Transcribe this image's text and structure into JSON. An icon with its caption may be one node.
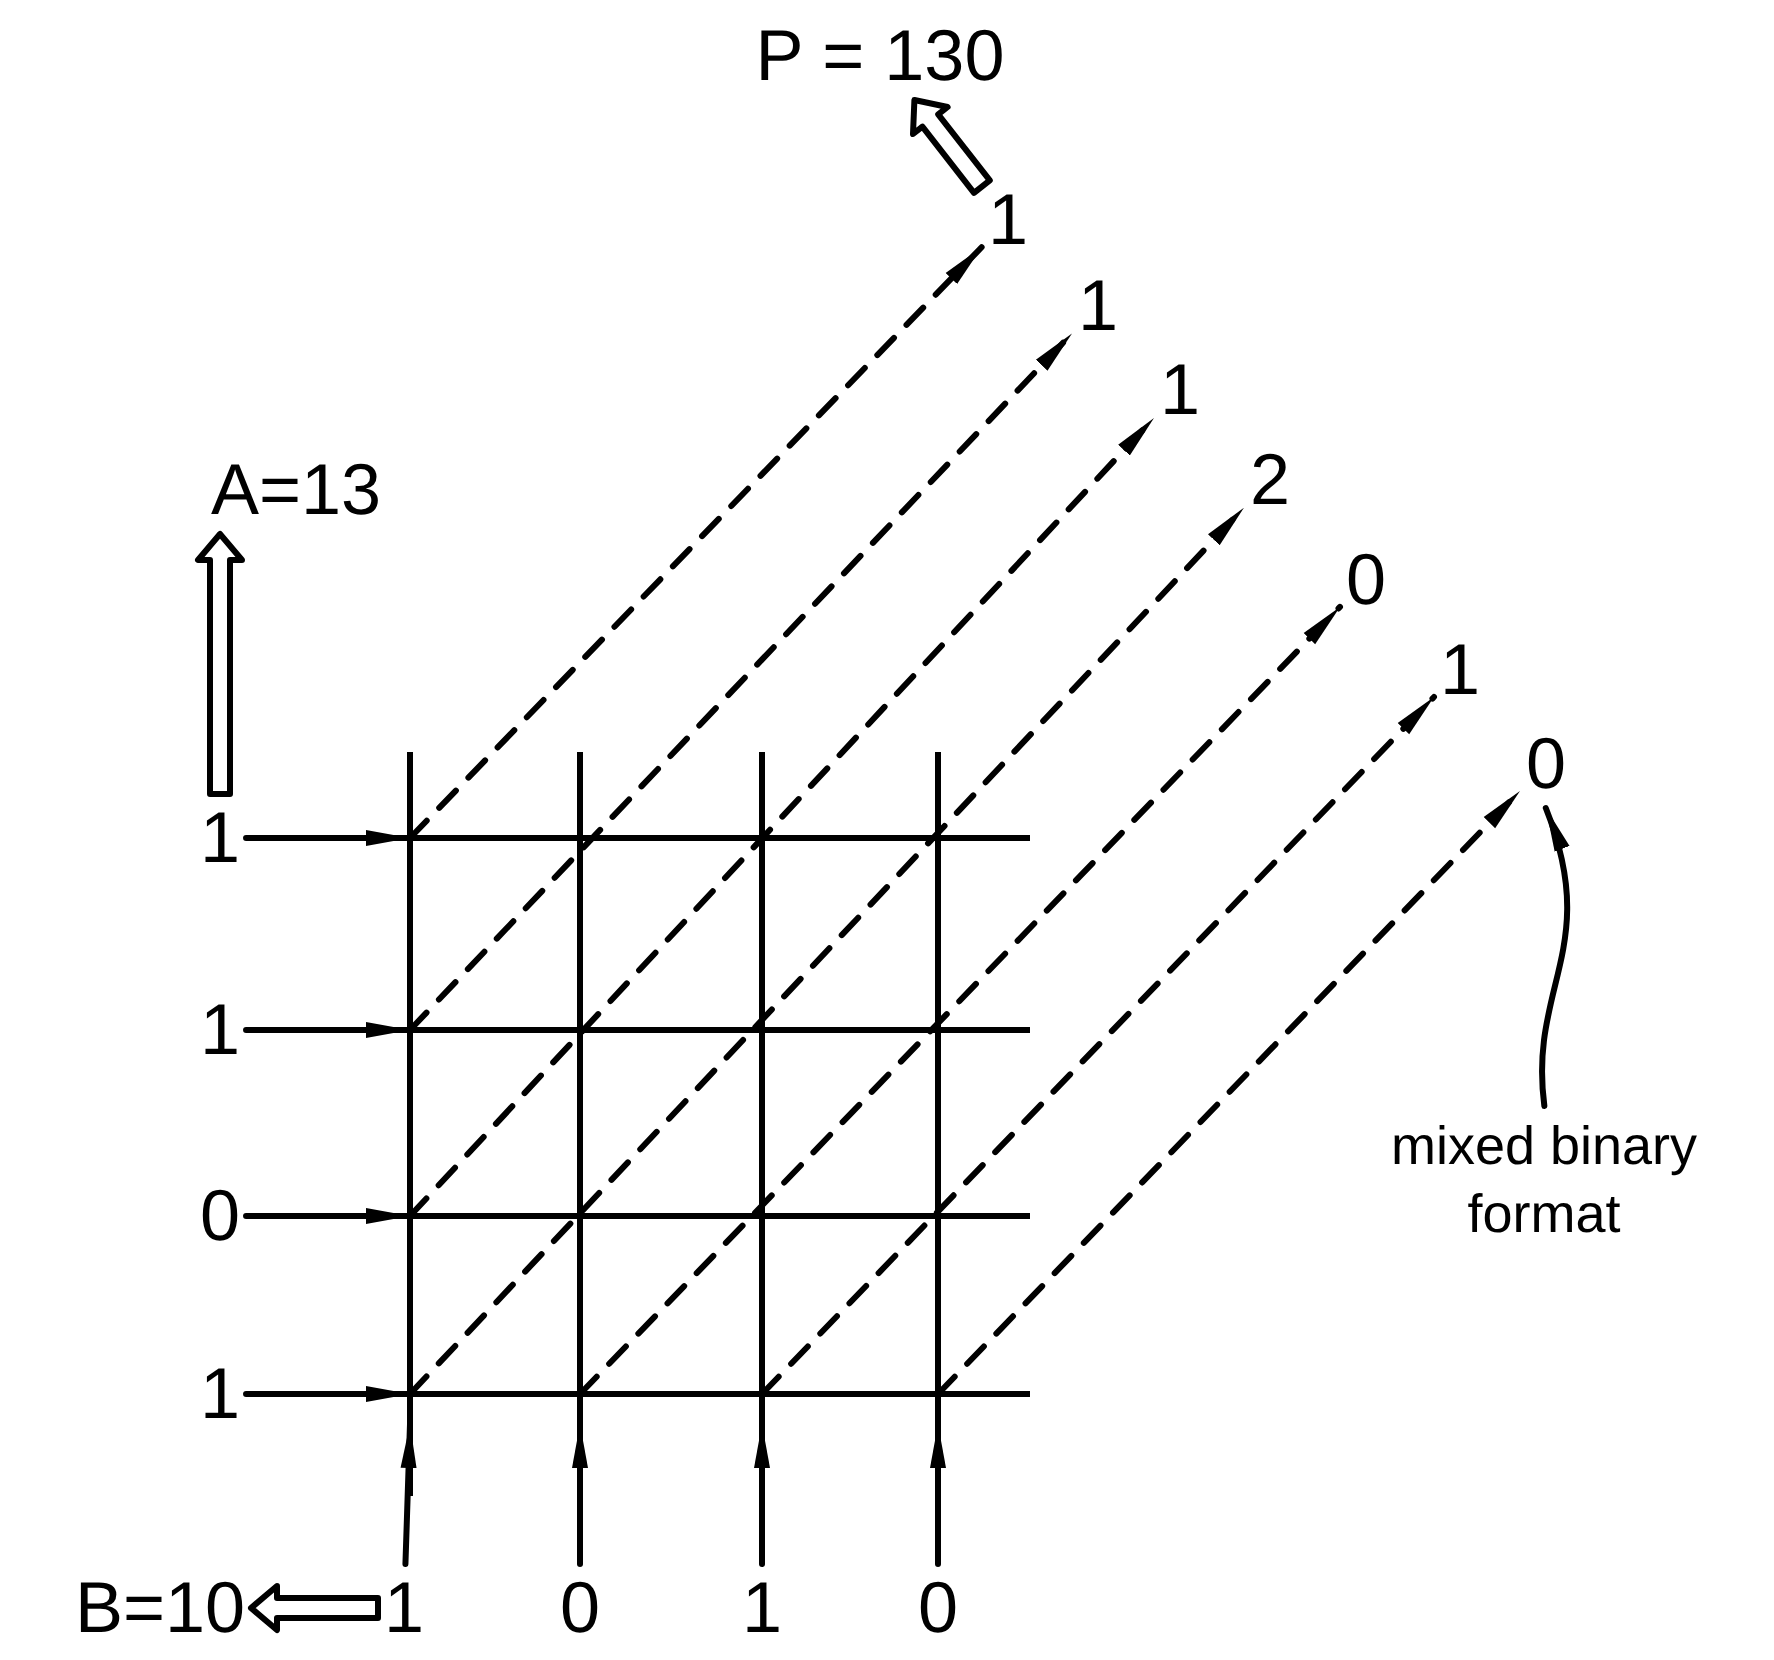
{
  "diagram": {
    "nodes": [
      {
        "text": [
          "P = 130"
        ]
      },
      {
        "text": [
          "1"
        ]
      },
      {
        "text": [
          "1"
        ]
      },
      {
        "text": [
          "1"
        ]
      },
      {
        "text": [
          "2"
        ]
      },
      {
        "text": [
          "0"
        ]
      },
      {
        "text": [
          "1"
        ]
      },
      {
        "text": [
          "0"
        ]
      },
      {
        "text": [
          "A=13"
        ]
      },
      {
        "text": [
          "1"
        ]
      },
      {
        "text": [
          "1"
        ]
      },
      {
        "text": [
          "0"
        ]
      },
      {
        "text": [
          "1"
        ]
      },
      {
        "text": [
          "mixed binary format"
        ]
      },
      {
        "text": [
          "B=10"
        ]
      },
      {
        "text": [
          "1"
        ]
      },
      {
        "text": [
          "0"
        ]
      },
      {
        "text": [
          "1"
        ]
      },
      {
        "text": [
          "0"
        ]
      }
    ],
    "edges": [
      {
        "from": 1,
        "to": 0,
        "arrow": "to",
        "style": "thick"
      },
      {
        "from": 9,
        "to": 8,
        "arrow": "to",
        "style": "thick"
      },
      {
        "from": 15,
        "to": 14,
        "arrow": "to",
        "style": "thick"
      },
      {
        "from": 9,
        "to": null,
        "arrow": "to"
      },
      {
        "from": 10,
        "to": null,
        "arrow": "to"
      },
      {
        "from": 11,
        "to": null,
        "arrow": "to"
      },
      {
        "from": 12,
        "to": null,
        "arrow": "to"
      },
      {
        "from": 15,
        "to": null,
        "arrow": "to"
      },
      {
        "from": 16,
        "to": null,
        "arrow": "to"
      },
      {
        "from": 17,
        "to": null,
        "arrow": "to"
      },
      {
        "from": 18,
        "to": null,
        "arrow": "to"
      },
      {
        "from": null,
        "to": 1,
        "arrow": "to",
        "style": "dashed"
      },
      {
        "from": null,
        "to": 2,
        "arrow": "to",
        "style": "dashed"
      },
      {
        "from": null,
        "to": 3,
        "arrow": "to",
        "style": "dashed"
      },
      {
        "from": null,
        "to": 4,
        "arrow": "to",
        "style": "dashed"
      },
      {
        "from": null,
        "to": 5,
        "arrow": "to",
        "style": "dashed"
      },
      {
        "from": null,
        "to": 6,
        "arrow": "to",
        "style": "dashed"
      },
      {
        "from": null,
        "to": 7,
        "arrow": "to",
        "style": "dashed"
      },
      {
        "from": 13,
        "to": 7,
        "arrow": "to"
      }
    ]
  }
}
